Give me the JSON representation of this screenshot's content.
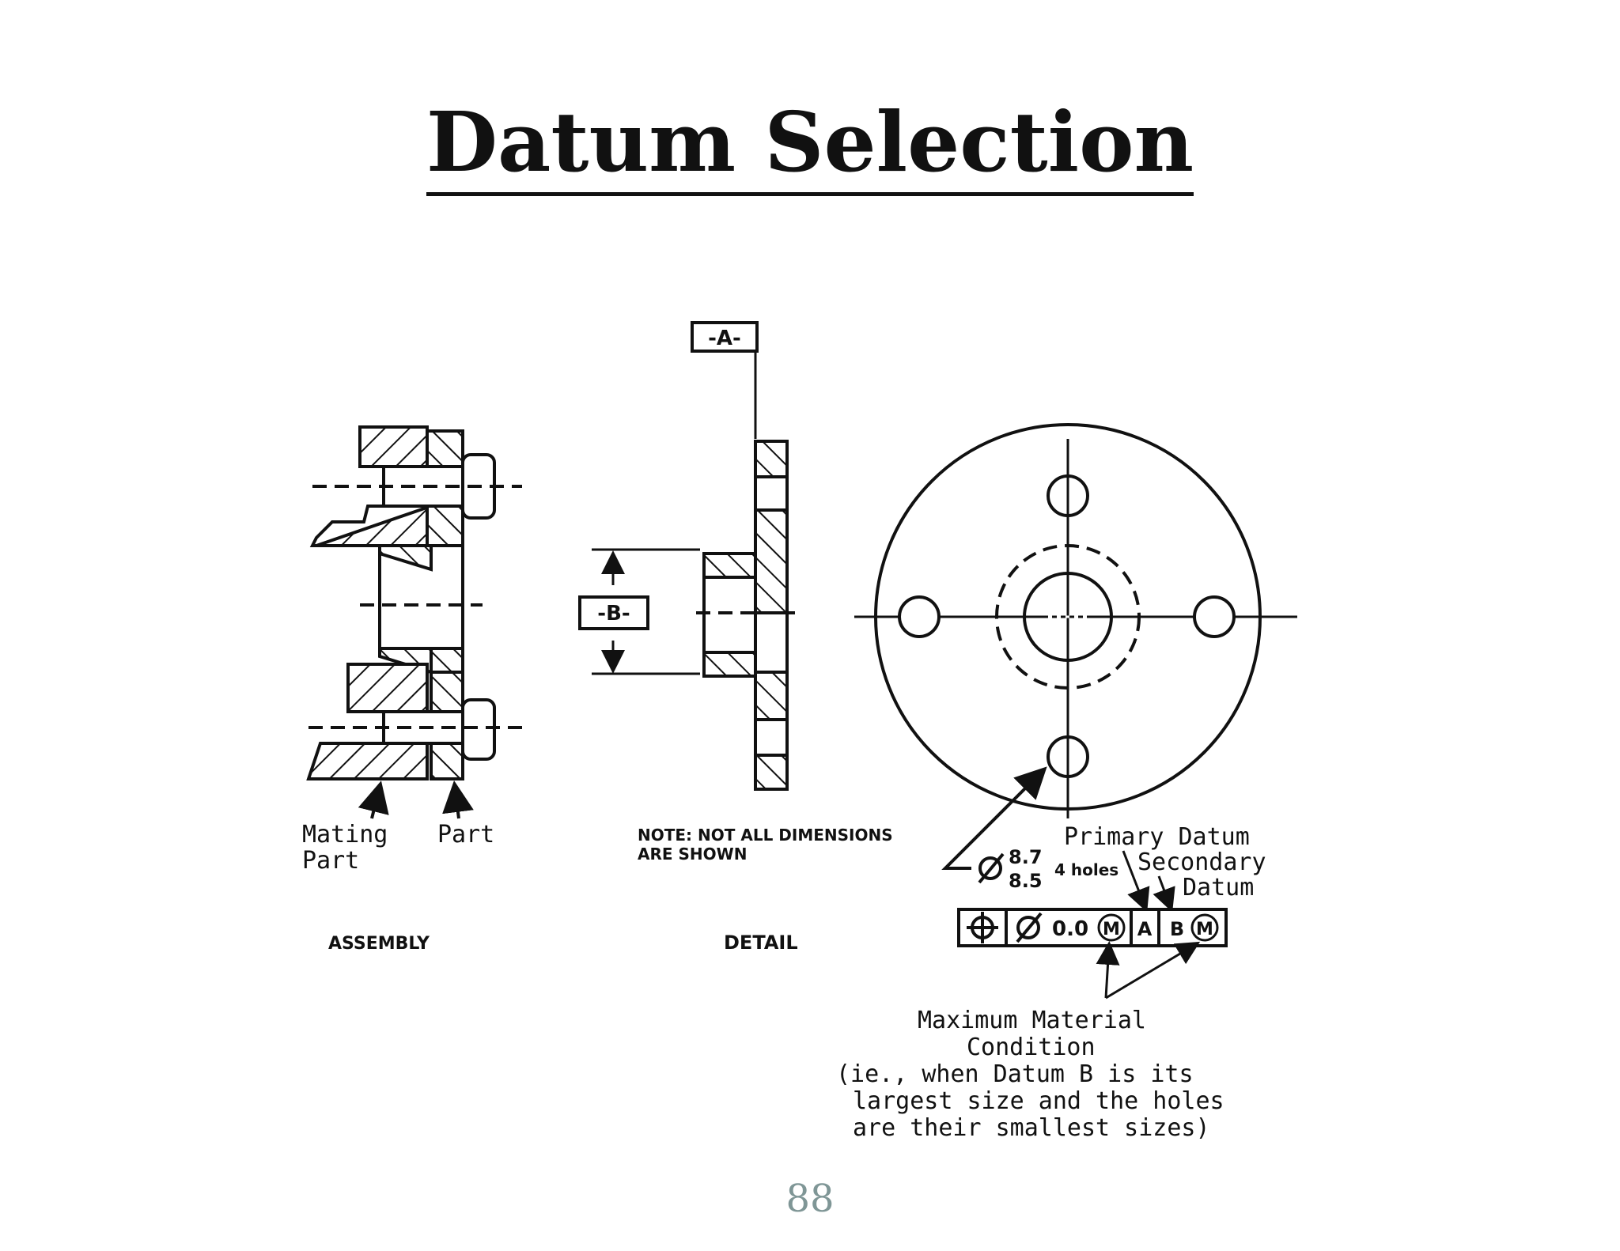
{
  "slide": {
    "title": "Datum Selection",
    "page_number": "88"
  },
  "labels": {
    "datum_a": "-A-",
    "datum_b": "-B-",
    "mating_part_line1": "Mating",
    "mating_part_line2": "Part",
    "part": "Part",
    "assembly": "ASSEMBLY",
    "note_line1": "NOTE: NOT ALL DIMENSIONS",
    "note_line2": "ARE SHOWN",
    "detail": "DETAIL",
    "hole_dia_upper": "8.7",
    "hole_dia_lower": "8.5",
    "hole_count": "4 holes",
    "primary_datum": "Primary Datum",
    "secondary_datum_line1": "Secondary",
    "secondary_datum_line2": "Datum",
    "tolerance_value": "0.0",
    "fcf_datum_a": "A",
    "fcf_datum_b": "B",
    "mmc_symbol": "M",
    "mmc_line1": "Maximum Material",
    "mmc_line2": "Condition",
    "mmc_line3": "(ie., when Datum B is its",
    "mmc_line4": "largest size and the holes",
    "mmc_line5": "are their smallest sizes)"
  }
}
